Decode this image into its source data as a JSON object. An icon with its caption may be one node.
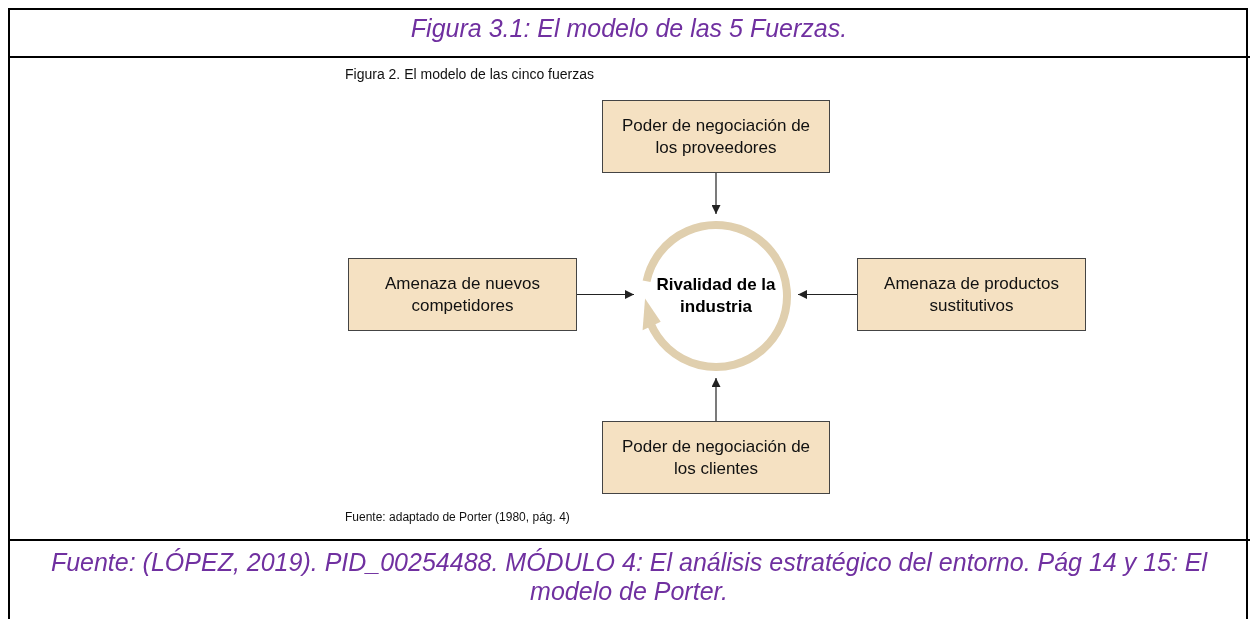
{
  "diagram": {
    "title": "Figura 3.1: El modelo de las 5 Fuerzas.",
    "caption": "Fuente: (LÓPEZ, 2019). PID_00254488. MÓDULO 4: El análisis estratégico del entorno. Pág 14 y 15: El modelo de Porter.",
    "nodes": [
      {
        "text": [
          "Poder de negociación de los proveedores"
        ]
      },
      {
        "text": [
          "Amenaza de nuevos competidores"
        ]
      },
      {
        "text": [
          "Rivalidad de la industria"
        ]
      },
      {
        "text": [
          "Amenaza de productos sustitutivos"
        ]
      },
      {
        "text": [
          "Poder de negociación de los clientes"
        ]
      }
    ],
    "edges": [
      {
        "from": 0,
        "to": 2,
        "arrow": "to"
      },
      {
        "from": 1,
        "to": 2,
        "arrow": "to"
      },
      {
        "from": 3,
        "to": 2,
        "arrow": "to"
      },
      {
        "from": 4,
        "to": 2,
        "arrow": "to"
      }
    ],
    "labels": [
      "Figura 2. El modelo de las cinco fuerzas",
      "Fuente: adaptado de Porter (1980, pág. 4)"
    ]
  }
}
